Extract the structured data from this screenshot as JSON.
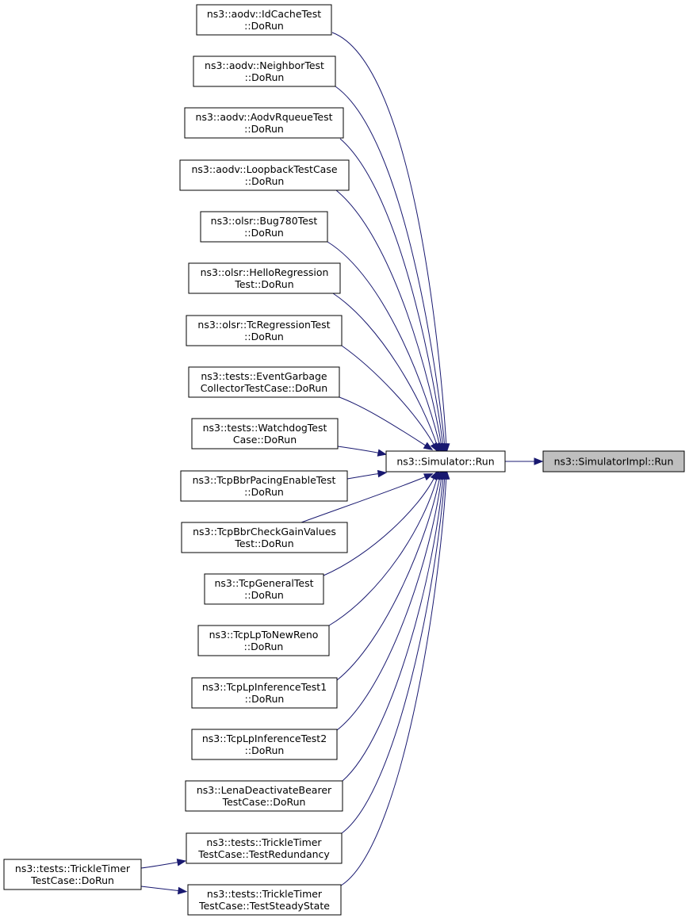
{
  "nodes": {
    "simulatorimpl_run": {
      "lines": [
        "ns3::SimulatorImpl::Run"
      ]
    },
    "simulator_run": {
      "lines": [
        "ns3::Simulator::Run"
      ]
    },
    "aodv_idcache": {
      "lines": [
        "ns3::aodv::IdCacheTest",
        "::DoRun"
      ]
    },
    "aodv_neighbor": {
      "lines": [
        "ns3::aodv::NeighborTest",
        "::DoRun"
      ]
    },
    "aodv_rqueue": {
      "lines": [
        "ns3::aodv::AodvRqueueTest",
        "::DoRun"
      ]
    },
    "aodv_loopback": {
      "lines": [
        "ns3::aodv::LoopbackTestCase",
        "::DoRun"
      ]
    },
    "olsr_bug780": {
      "lines": [
        "ns3::olsr::Bug780Test",
        "::DoRun"
      ]
    },
    "olsr_hello": {
      "lines": [
        "ns3::olsr::HelloRegression",
        "Test::DoRun"
      ]
    },
    "olsr_tc": {
      "lines": [
        "ns3::olsr::TcRegressionTest",
        "::DoRun"
      ]
    },
    "tests_eventgarbage": {
      "lines": [
        "ns3::tests::EventGarbage",
        "CollectorTestCase::DoRun"
      ]
    },
    "tests_watchdog": {
      "lines": [
        "ns3::tests::WatchdogTest",
        "Case::DoRun"
      ]
    },
    "tcp_bbr_pacing": {
      "lines": [
        "ns3::TcpBbrPacingEnableTest",
        "::DoRun"
      ]
    },
    "tcp_bbr_gain": {
      "lines": [
        "ns3::TcpBbrCheckGainValues",
        "Test::DoRun"
      ]
    },
    "tcp_general": {
      "lines": [
        "ns3::TcpGeneralTest",
        "::DoRun"
      ]
    },
    "tcp_lp_newreno": {
      "lines": [
        "ns3::TcpLpToNewReno",
        "::DoRun"
      ]
    },
    "tcp_lp_inf1": {
      "lines": [
        "ns3::TcpLpInferenceTest1",
        "::DoRun"
      ]
    },
    "tcp_lp_inf2": {
      "lines": [
        "ns3::TcpLpInferenceTest2",
        "::DoRun"
      ]
    },
    "lena_deactivate": {
      "lines": [
        "ns3::LenaDeactivateBearer",
        "TestCase::DoRun"
      ]
    },
    "trickle_redundancy": {
      "lines": [
        "ns3::tests::TrickleTimer",
        "TestCase::TestRedundancy"
      ]
    },
    "trickle_steady": {
      "lines": [
        "ns3::tests::TrickleTimer",
        "TestCase::TestSteadyState"
      ]
    },
    "trickle_dorun": {
      "lines": [
        "ns3::tests::TrickleTimer",
        "TestCase::DoRun"
      ]
    }
  },
  "highlighted_node": "simulatorimpl_run",
  "edges": [
    {
      "from": "simulator_run",
      "to": "simulatorimpl_run"
    },
    {
      "from": "aodv_idcache",
      "to": "simulator_run"
    },
    {
      "from": "aodv_neighbor",
      "to": "simulator_run"
    },
    {
      "from": "aodv_rqueue",
      "to": "simulator_run"
    },
    {
      "from": "aodv_loopback",
      "to": "simulator_run"
    },
    {
      "from": "olsr_bug780",
      "to": "simulator_run"
    },
    {
      "from": "olsr_hello",
      "to": "simulator_run"
    },
    {
      "from": "olsr_tc",
      "to": "simulator_run"
    },
    {
      "from": "tests_eventgarbage",
      "to": "simulator_run"
    },
    {
      "from": "tests_watchdog",
      "to": "simulator_run"
    },
    {
      "from": "tcp_bbr_pacing",
      "to": "simulator_run"
    },
    {
      "from": "tcp_bbr_gain",
      "to": "simulator_run"
    },
    {
      "from": "tcp_general",
      "to": "simulator_run"
    },
    {
      "from": "tcp_lp_newreno",
      "to": "simulator_run"
    },
    {
      "from": "tcp_lp_inf1",
      "to": "simulator_run"
    },
    {
      "from": "tcp_lp_inf2",
      "to": "simulator_run"
    },
    {
      "from": "lena_deactivate",
      "to": "simulator_run"
    },
    {
      "from": "trickle_redundancy",
      "to": "simulator_run"
    },
    {
      "from": "trickle_steady",
      "to": "simulator_run"
    },
    {
      "from": "trickle_dorun",
      "to": "trickle_redundancy"
    },
    {
      "from": "trickle_dorun",
      "to": "trickle_steady"
    }
  ],
  "colors": {
    "edge": "#191970",
    "node_border": "#000000",
    "node_fill": "#ffffff",
    "highlight_fill": "#bfbfbf"
  }
}
